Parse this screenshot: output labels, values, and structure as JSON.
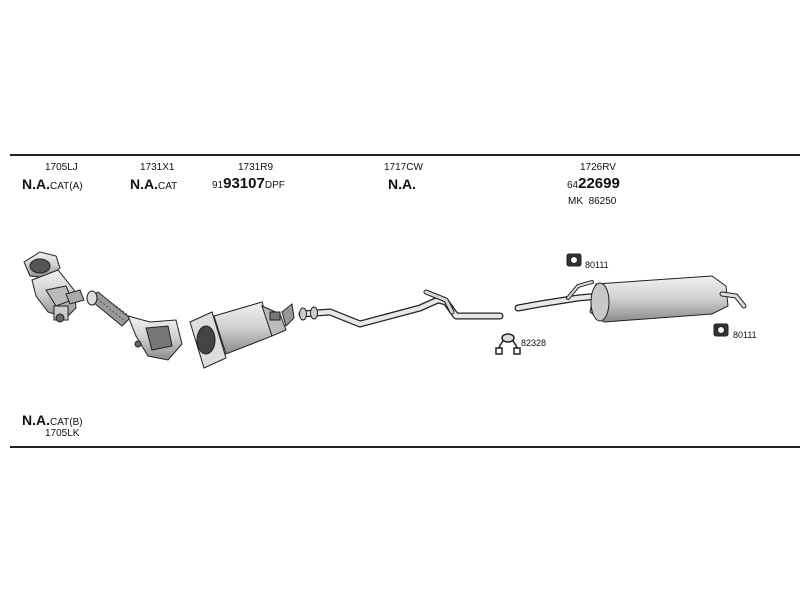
{
  "parts": {
    "p1705lj": {
      "code": "1705LJ",
      "bold": "N.A.",
      "suffix": "CAT(A)"
    },
    "p1731x1": {
      "code": "1731X1",
      "bold": "N.A.",
      "suffix": "CAT"
    },
    "p1731r9": {
      "code": "1731R9",
      "prefix": "91",
      "bold": "93107",
      "suffix": "DPF"
    },
    "p1717cw": {
      "code": "1717CW",
      "bold": "N.A."
    },
    "p1726rv": {
      "code": "1726RV",
      "prefix": "64",
      "bold": "22699",
      "mk_label": "MK",
      "mk_value": "86250"
    },
    "p1705lk": {
      "code": "1705LK",
      "bold": "N.A.",
      "suffix": "CAT(B)"
    }
  },
  "accessories": {
    "clamp_top": "80111",
    "clamp_right": "80111",
    "ring": "82328"
  }
}
